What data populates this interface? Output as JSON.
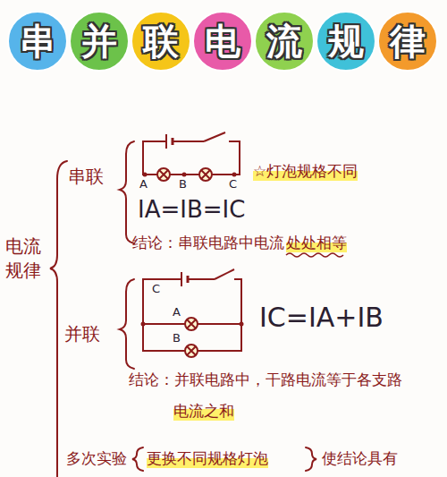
{
  "diagram": {
    "nodes": [
      {
        "text": [
          "串"
        ]
      },
      {
        "text": [
          "并"
        ]
      },
      {
        "text": [
          "联"
        ]
      },
      {
        "text": [
          "电"
        ]
      },
      {
        "text": [
          "流"
        ]
      },
      {
        "text": [
          "规"
        ]
      },
      {
        "text": [
          "律"
        ]
      }
    ],
    "labels": [
      "电流规律",
      "串联",
      "A",
      "B",
      "C",
      "☆灯泡规格不同",
      "IA=IB=IC",
      "结论：串联电路中电流",
      "处处相等",
      "并联",
      "C",
      "A",
      "B",
      "IC=IA+IB",
      "结论：并联电路中，干路电流等于各支路",
      "电流之和",
      "多次实验",
      "更换不同规格灯泡",
      "使结论具有"
    ]
  }
}
